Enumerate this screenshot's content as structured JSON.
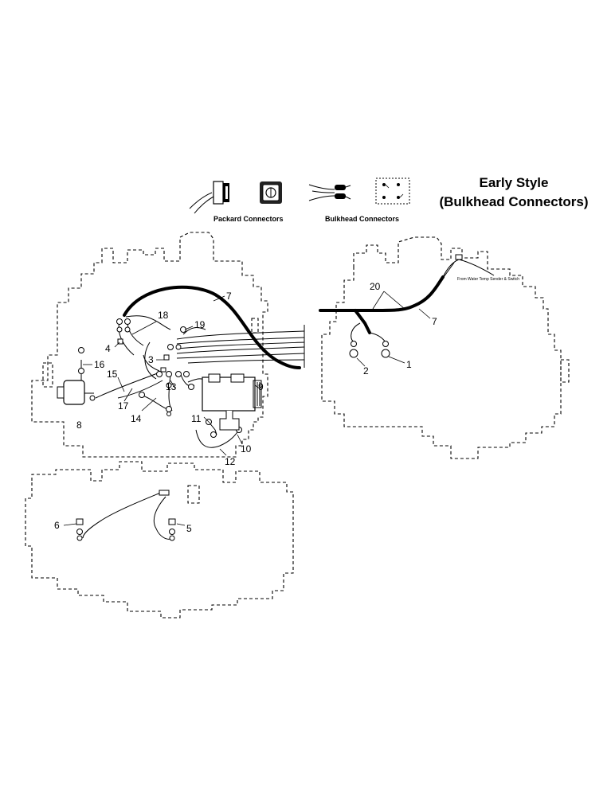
{
  "title": {
    "line1": "Early Style",
    "line2": "(Bulkhead Connectors)"
  },
  "legend": {
    "packard_label": "Packard Connectors",
    "bulkhead_label": "Bulkhead Connectors"
  },
  "right_view": {
    "note": "From Water Temp Sender & Switch"
  },
  "callouts": {
    "c1": "1",
    "c2": "2",
    "c3": "3",
    "c4": "4",
    "c5": "5",
    "c6": "6",
    "c7a": "7",
    "c7b": "7",
    "c8": "8",
    "c9": "9",
    "c10": "10",
    "c11": "11",
    "c12": "12",
    "c13": "13",
    "c14": "14",
    "c15": "15",
    "c16": "16",
    "c17": "17",
    "c18": "18",
    "c19": "19",
    "c20": "20"
  }
}
